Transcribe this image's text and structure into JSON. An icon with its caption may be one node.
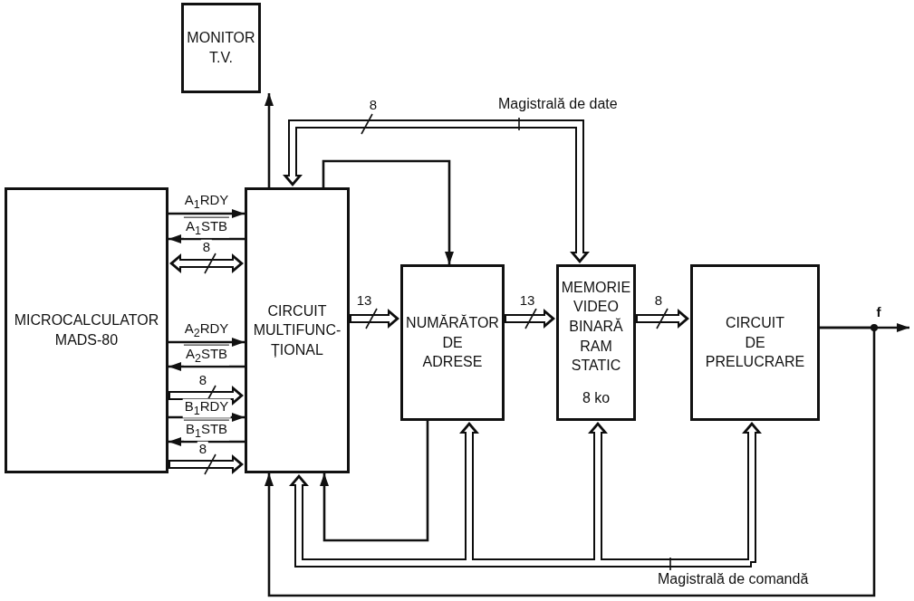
{
  "diagram": {
    "nodes": [
      {
        "text": [
          "MICROCALCULATOR MADS-80"
        ]
      },
      {
        "text": [
          "MONITOR T.V."
        ]
      },
      {
        "text": [
          "CIRCUIT MULTIFUNC- ȚIONAL"
        ]
      },
      {
        "text": [
          "NUMĂRĂTOR DE ADRESE"
        ]
      },
      {
        "text": [
          "MEMORIE VIDEO BINARĂ RAM STATIC",
          "8 ko"
        ]
      },
      {
        "text": [
          "CIRCUIT DE PRELUCRARE"
        ]
      }
    ],
    "edges": [
      {
        "from": 0,
        "to": 2,
        "arrow": "to",
        "label": "A$_{1}$RDY"
      },
      {
        "from": 2,
        "to": 0,
        "arrow": "to",
        "label": "A$_{1}$STB"
      },
      {
        "from": 0,
        "to": 2,
        "arrow": "both",
        "label": "8",
        "style": "thick"
      },
      {
        "from": 0,
        "to": 2,
        "arrow": "to",
        "label": "A$_{2}$RDY"
      },
      {
        "from": 2,
        "to": 0,
        "arrow": "to",
        "label": "A$_{2}$STB"
      },
      {
        "from": 0,
        "to": 2,
        "arrow": "to",
        "label": "8",
        "style": "thick"
      },
      {
        "from": 0,
        "to": 2,
        "arrow": "to",
        "label": "B$_{1}$RDY"
      },
      {
        "from": 2,
        "to": 0,
        "arrow": "to",
        "label": "B$_{1}$STB"
      },
      {
        "from": 0,
        "to": 2,
        "arrow": "to",
        "label": "8",
        "style": "thick"
      },
      {
        "from": 2,
        "to": 1,
        "arrow": "to"
      },
      {
        "from": 2,
        "to": 3,
        "arrow": "to"
      },
      {
        "from": 2,
        "to": 4,
        "arrow": "both",
        "label": "8",
        "style": "thick"
      },
      {
        "from": 2,
        "to": 3,
        "arrow": "to",
        "label": "13",
        "style": "thick"
      },
      {
        "from": 3,
        "to": 4,
        "arrow": "to",
        "label": "13",
        "style": "thick"
      },
      {
        "from": 4,
        "to": 5,
        "arrow": "to",
        "label": "8",
        "style": "thick"
      },
      {
        "from": 5,
        "to": null,
        "arrow": "to",
        "label": "f"
      },
      {
        "from": 5,
        "to": 2,
        "arrow": "to"
      },
      {
        "from": 3,
        "to": 2,
        "arrow": "to"
      },
      {
        "from": 2,
        "to": 3,
        "arrow": "both",
        "style": "thick"
      },
      {
        "from": 2,
        "to": 4,
        "arrow": "both",
        "style": "thick"
      },
      {
        "from": 2,
        "to": 5,
        "arrow": "both",
        "style": "thick"
      }
    ],
    "labels": [
      "Magistrală de date",
      "Magistrală de comandă"
    ]
  }
}
